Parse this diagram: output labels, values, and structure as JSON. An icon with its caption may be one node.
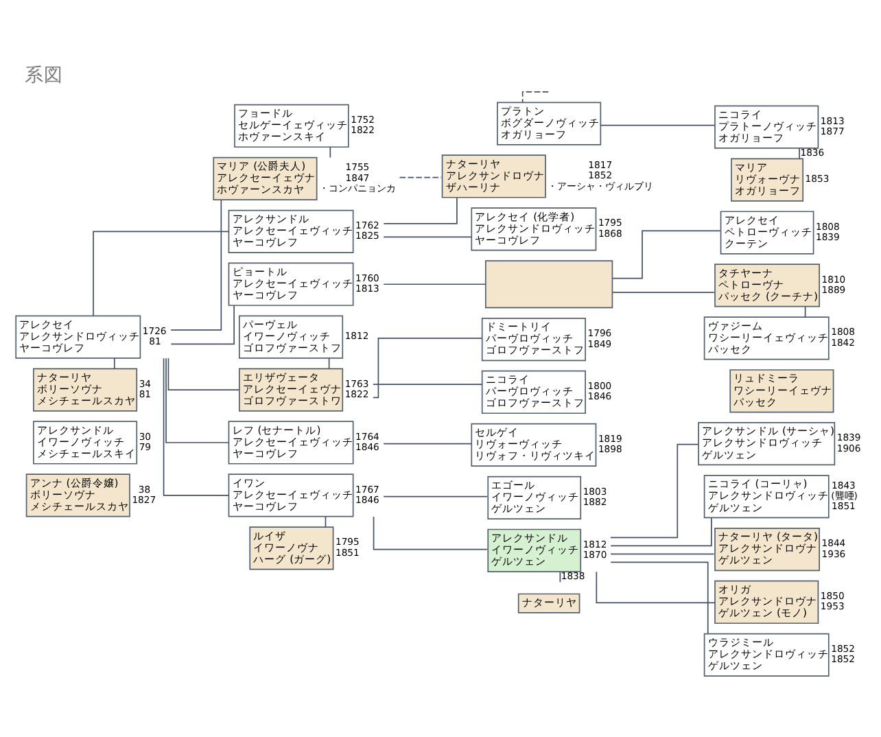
{
  "diagram": {
    "title": "系図",
    "nodes": [
      {
        "text": [
          "アレクセイ",
          "アレクサンドロヴィッチ",
          "ヤーコヴレフ"
        ],
        "beside": [
          "1726",
          "81"
        ]
      },
      {
        "text": [
          "ナターリヤ",
          "ボリーソヴナ",
          "メシチェールスカヤ"
        ],
        "beside": [
          "34",
          "81"
        ]
      },
      {
        "text": [
          "アレクサンドル",
          "イワーノヴィッチ",
          "メシチェールスキイ"
        ],
        "beside": [
          "30",
          "79"
        ]
      },
      {
        "text": [
          "アンナ (公爵令嬢)",
          "ボリーソヴナ",
          "メシチェールスカヤ"
        ],
        "beside": [
          "38",
          "1827"
        ]
      },
      {
        "text": [
          "フョードル",
          "セルゲーイェヴィッチ",
          "ホヴァーンスキイ"
        ],
        "beside": [
          "1752",
          "1822"
        ]
      },
      {
        "text": [
          "マリア (公爵夫人)",
          "アレクセーイェヴナ",
          "ホヴァーンスカヤ"
        ],
        "beside": [
          "1755",
          "1847",
          "・コンパニョンカ"
        ]
      },
      {
        "text": [
          "アレクサンドル",
          "アレクセーイェヴィッチ",
          "ヤーコヴレフ"
        ],
        "beside": [
          "1762",
          "1825"
        ]
      },
      {
        "text": [
          "ピョートル",
          "アレクセーイェヴィッチ",
          "ヤーコヴレフ"
        ],
        "beside": [
          "1760",
          "1813"
        ]
      },
      {
        "text": [
          "パーヴェル",
          "イワーノヴィッチ",
          "ゴロフヴァーストフ"
        ],
        "beside": [
          "1812"
        ]
      },
      {
        "text": [
          "エリザヴェータ",
          "アレクセーイェヴナ",
          "ゴロフヴァーストワ"
        ],
        "beside": [
          "1763",
          "1822"
        ]
      },
      {
        "text": [
          "レフ (セナートル)",
          "アレクセーイェヴィッチ",
          "ヤーコヴレフ"
        ],
        "beside": [
          "1764",
          "1846"
        ]
      },
      {
        "text": [
          "イワン",
          "アレクセーイェヴィッチ",
          "ヤーコヴレフ"
        ],
        "beside": [
          "1767",
          "1846"
        ]
      },
      {
        "text": [
          "ルイザ",
          "イワーノヴナ",
          "ハーグ (ガーグ)"
        ],
        "beside": [
          "1795",
          "1851"
        ]
      },
      {
        "text": [
          "プラトン",
          "ボグダーノヴィッチ",
          "オガリョーフ"
        ]
      },
      {
        "text": [
          "ナターリヤ",
          "アレクサンドロヴナ",
          "ザハーリナ"
        ],
        "beside": [
          "1817",
          "1852",
          "・アーシャ・ヴィルブリ"
        ]
      },
      {
        "text": [
          "アレクセイ (化学者)",
          "アレクサンドロヴィッチ",
          "ヤーコヴレフ"
        ],
        "beside": [
          "1795",
          "1868"
        ]
      },
      {
        "text": [],
        "shape": "box"
      },
      {
        "text": [
          "ドミートリイ",
          "パーヴロヴィッチ",
          "ゴロフヴァーストフ"
        ],
        "beside": [
          "1796",
          "1849"
        ]
      },
      {
        "text": [
          "ニコライ",
          "パーヴロヴィッチ",
          "ゴロフヴァーストフ"
        ],
        "beside": [
          "1800",
          "1846"
        ]
      },
      {
        "text": [
          "セルゲイ",
          "リヴォーヴィッチ",
          "リヴォフ・リヴィツキイ"
        ],
        "beside": [
          "1819",
          "1898"
        ]
      },
      {
        "text": [
          "エゴール",
          "イワーノヴィッチ",
          "ゲルツェン"
        ],
        "beside": [
          "1803",
          "1882"
        ]
      },
      {
        "text": [
          "アレクサンドル",
          "イワーノヴィッチ",
          "ゲルツェン"
        ],
        "beside": [
          "1812",
          "1870"
        ]
      },
      {
        "text": [
          "ナターリヤ"
        ]
      },
      {
        "text": [
          "ニコライ",
          "プラトーノヴィッチ",
          "オガリョーフ"
        ],
        "beside": [
          "1813",
          "1877"
        ]
      },
      {
        "text": [
          "マリア",
          "リヴォーヴナ",
          "オガリョーフ"
        ],
        "beside": [
          "1853"
        ]
      },
      {
        "text": [
          "アレクセイ",
          "ペトローヴィッチ",
          "クーテン"
        ],
        "beside": [
          "1808",
          "1839"
        ]
      },
      {
        "text": [
          "タチヤーナ",
          "ペトローヴナ",
          "パッセク (クーチナ)"
        ],
        "beside": [
          "1810",
          "1889"
        ]
      },
      {
        "text": [
          "ヴァジーム",
          "ワシーリーイェヴィッチ",
          "パッセク"
        ],
        "beside": [
          "1808",
          "1842"
        ]
      },
      {
        "text": [
          "リュドミーラ",
          "ワシーリーイェヴナ",
          "パッセク"
        ]
      },
      {
        "text": [
          "アレクサンドル (サーシャ)",
          "アレクサンドロヴィッチ",
          "ゲルツェン"
        ],
        "beside": [
          "1839",
          "1906"
        ]
      },
      {
        "text": [
          "ニコライ (コーリャ)",
          "アレクサンドロヴィッチ",
          "ゲルツェン"
        ],
        "beside": [
          "1843",
          "(聾唖)",
          "1851"
        ]
      },
      {
        "text": [
          "ナターリヤ (タータ)",
          "アレクサンドロヴナ",
          "ゲルツェン"
        ],
        "beside": [
          "1844",
          "1936"
        ]
      },
      {
        "text": [
          "オリガ",
          "アレクサンドロヴナ",
          "ゲルツェン (モノ)"
        ],
        "beside": [
          "1850",
          "1953"
        ]
      },
      {
        "text": [
          "ウラジミール",
          "アレクサンドロヴィッチ",
          "ゲルツェン"
        ],
        "beside": [
          "1852",
          "1852"
        ]
      }
    ],
    "edges": [
      {
        "from": 0,
        "to": 1,
        "arrow": "none"
      },
      {
        "from": 0,
        "to": 5,
        "arrow": "none"
      },
      {
        "from": 0,
        "to": 6,
        "arrow": "none"
      },
      {
        "from": 0,
        "to": 7,
        "arrow": "none"
      },
      {
        "from": 0,
        "to": 9,
        "arrow": "none"
      },
      {
        "from": 0,
        "to": 10,
        "arrow": "none"
      },
      {
        "from": 0,
        "to": 11,
        "arrow": "none"
      },
      {
        "from": 4,
        "to": 5,
        "arrow": "none"
      },
      {
        "from": 8,
        "to": 9,
        "arrow": "none"
      },
      {
        "from": 11,
        "to": 12,
        "arrow": "none"
      },
      {
        "from": 5,
        "to": 14,
        "arrow": "none",
        "style": "dashed"
      },
      {
        "from": null,
        "to": 13,
        "arrow": "none",
        "style": "dashed"
      },
      {
        "from": 6,
        "to": 14,
        "arrow": "none"
      },
      {
        "from": 6,
        "to": 15,
        "arrow": "none"
      },
      {
        "from": 7,
        "to": 16,
        "arrow": "none"
      },
      {
        "from": 9,
        "to": 17,
        "arrow": "none"
      },
      {
        "from": 9,
        "to": 18,
        "arrow": "none"
      },
      {
        "from": 10,
        "to": 19,
        "arrow": "none"
      },
      {
        "from": 11,
        "to": 20,
        "arrow": "none"
      },
      {
        "from": 11,
        "to": 21,
        "arrow": "none"
      },
      {
        "from": 21,
        "to": 22,
        "arrow": "none",
        "label": "1838"
      },
      {
        "from": 13,
        "to": 23,
        "arrow": "none"
      },
      {
        "from": 23,
        "to": 24,
        "arrow": "none",
        "label": "1836"
      },
      {
        "from": 16,
        "to": 25,
        "arrow": "none"
      },
      {
        "from": 16,
        "to": 26,
        "arrow": "none"
      },
      {
        "from": 26,
        "to": 27,
        "arrow": "none"
      },
      {
        "from": 21,
        "to": 29,
        "arrow": "none"
      },
      {
        "from": 21,
        "to": 30,
        "arrow": "none"
      },
      {
        "from": 21,
        "to": 31,
        "arrow": "none"
      },
      {
        "from": 21,
        "to": 32,
        "arrow": "none"
      },
      {
        "from": 21,
        "to": 33,
        "arrow": "none"
      }
    ]
  }
}
